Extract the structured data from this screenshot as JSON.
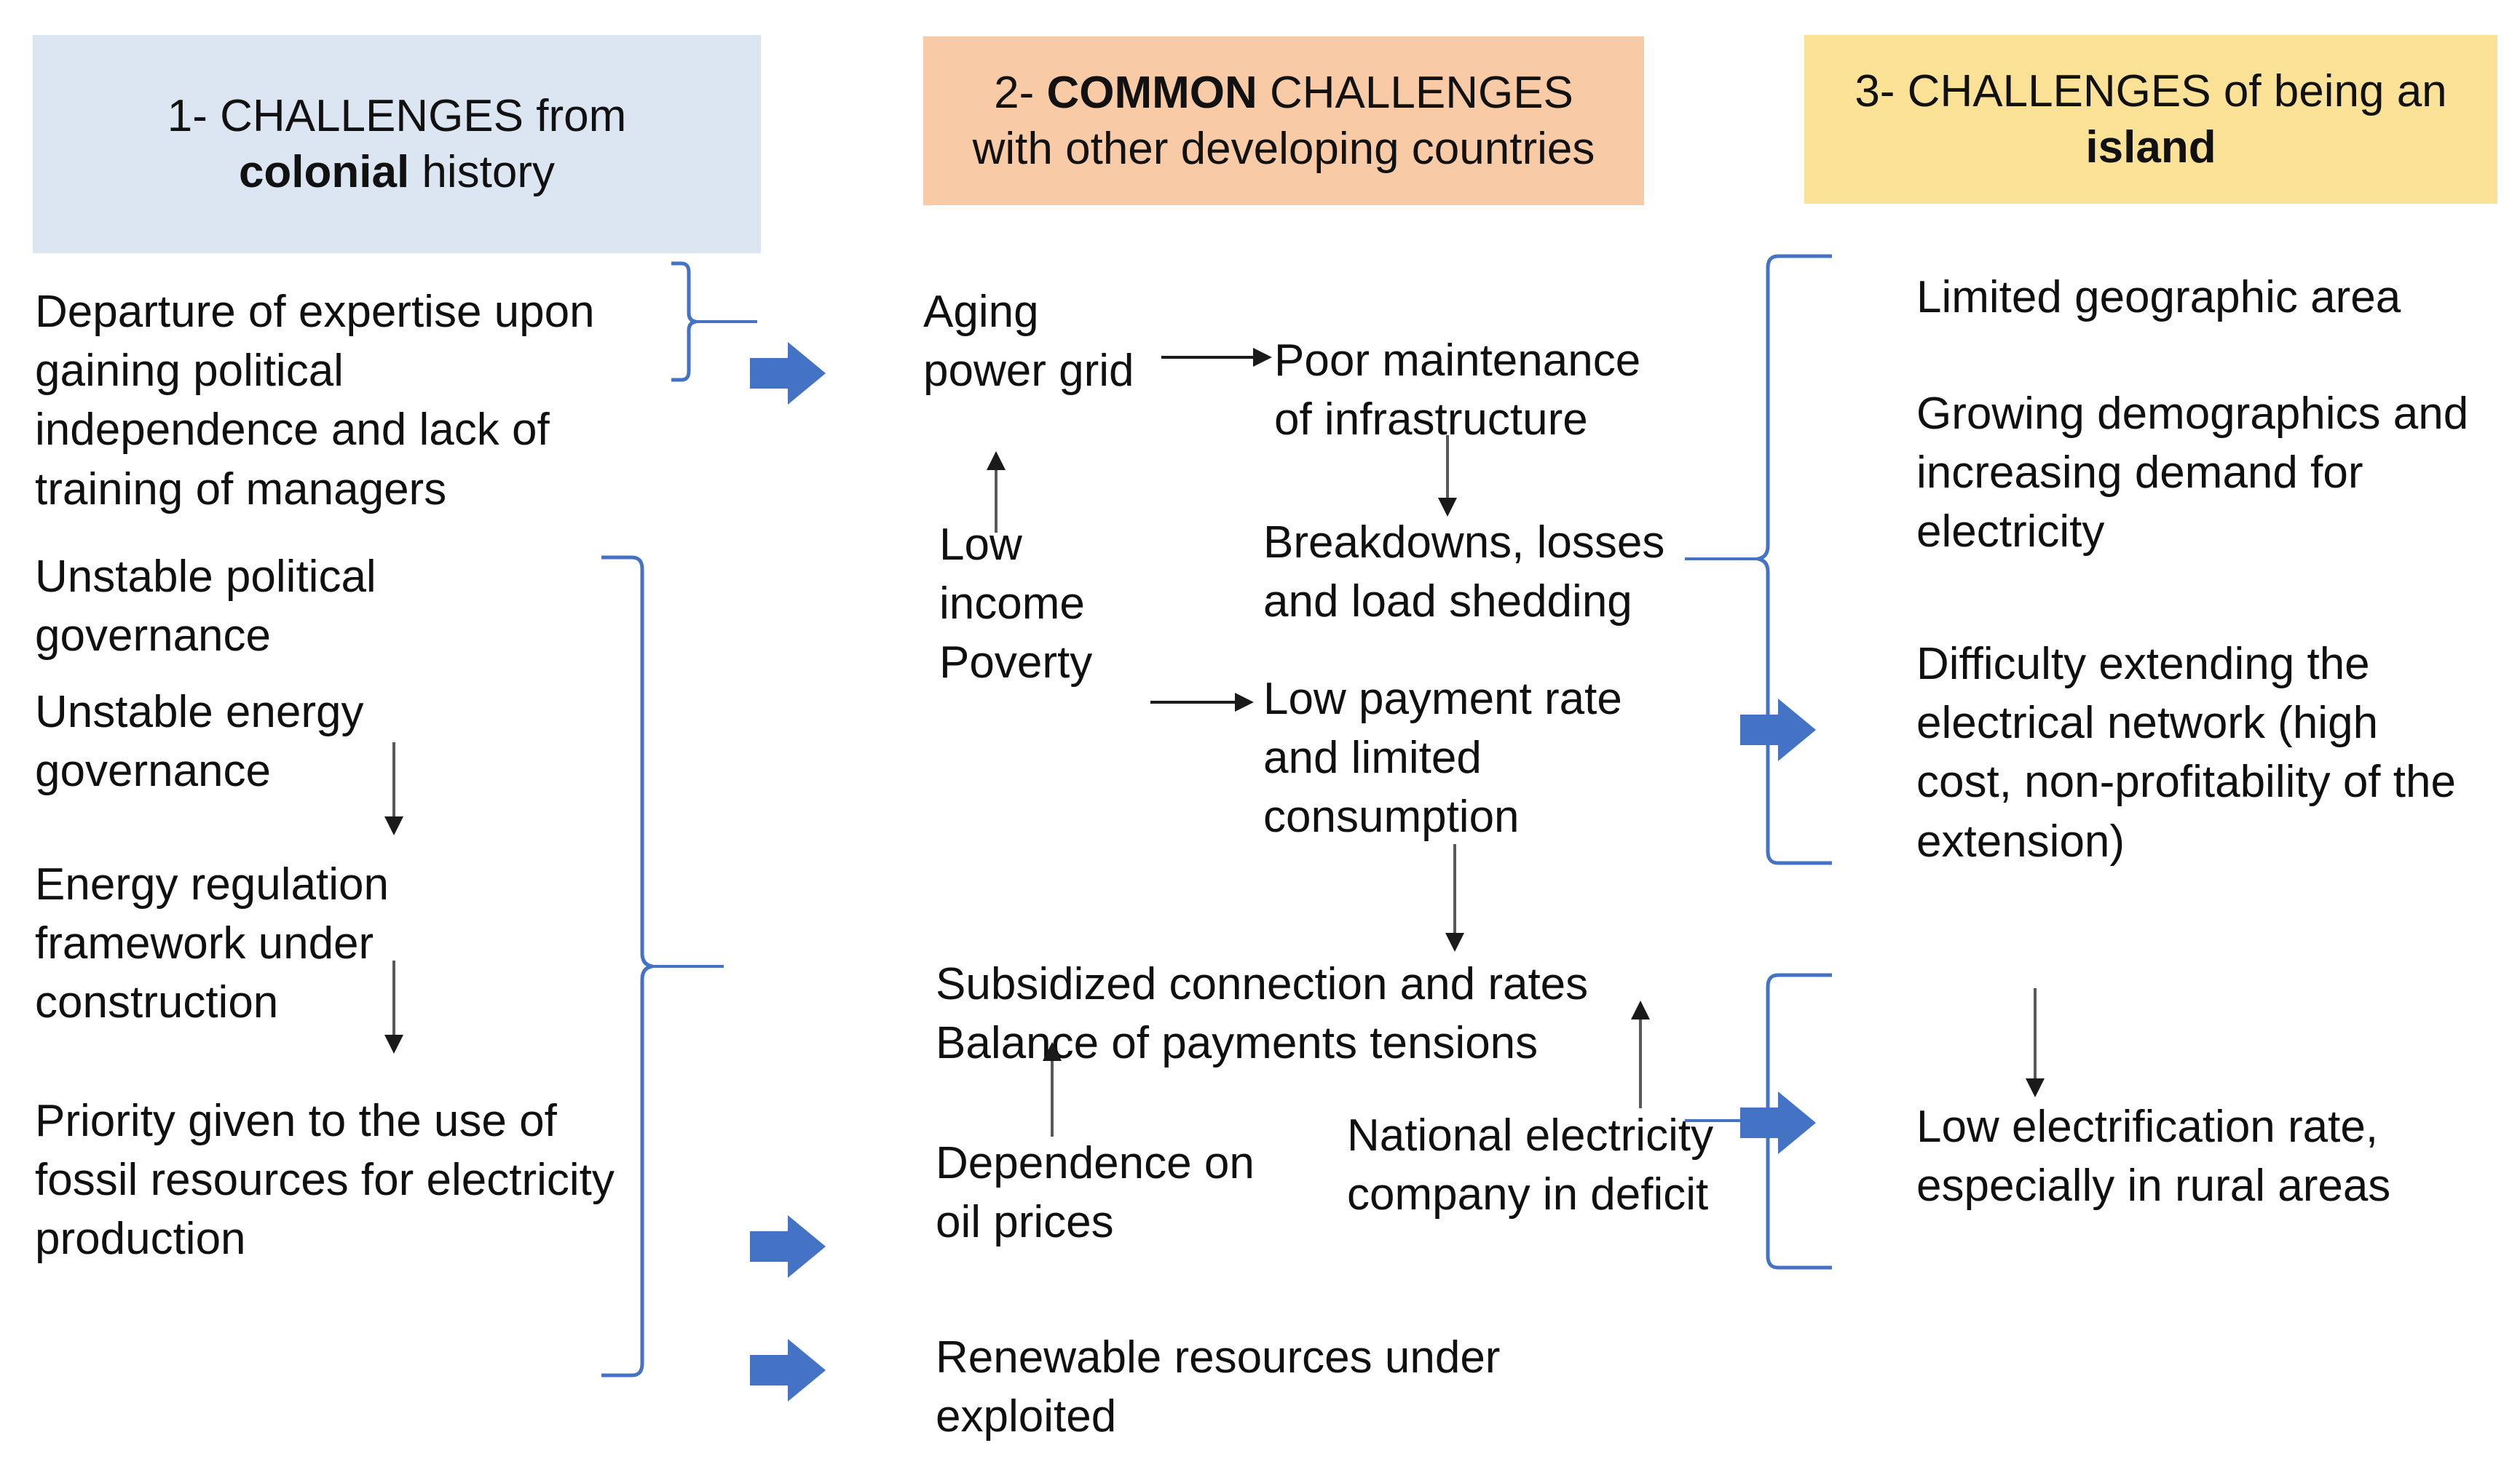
{
  "columns": [
    {
      "id": "col1",
      "header": {
        "prefix": "1- CHALLENGES from",
        "emphasis": "colonial",
        "suffix": " history",
        "bg_color": "#DCE6F2"
      },
      "items": [
        {
          "id": "departure",
          "text": "Departure of expertise upon\ngaining political\nindependence and lack of\ntraining of managers"
        },
        {
          "id": "unstable-political",
          "text": "Unstable political\ngovernance"
        },
        {
          "id": "unstable-energy",
          "text": "Unstable energy\ngovernance"
        },
        {
          "id": "energy-regulation",
          "text": "Energy regulation\nframework under\nconstruction"
        },
        {
          "id": "fossil-priority",
          "text": "Priority given to the use of\nfossil resources for electricity\nproduction"
        }
      ]
    },
    {
      "id": "col2",
      "header": {
        "prefix": "2- ",
        "emphasis": "COMMON",
        "suffix": " CHALLENGES\nwith other developing countries",
        "bg_color": "#F8CBA6"
      },
      "items": [
        {
          "id": "aging-grid",
          "text": "Aging\npower grid"
        },
        {
          "id": "poor-maintenance",
          "text": "Poor maintenance\nof infrastructure"
        },
        {
          "id": "low-income-poverty",
          "text": "Low\nincome\nPoverty"
        },
        {
          "id": "breakdowns",
          "text": "Breakdowns, losses\nand load shedding"
        },
        {
          "id": "low-payment",
          "text": "Low payment rate\nand limited\nconsumption"
        },
        {
          "id": "subsidized",
          "text": "Subsidized connection and rates\nBalance of payments tensions"
        },
        {
          "id": "oil-dependence",
          "text": "Dependence on\noil prices"
        },
        {
          "id": "national-company",
          "text": "National electricity\ncompany in deficit"
        },
        {
          "id": "renewables",
          "text": "Renewable resources under\nexploited"
        }
      ]
    },
    {
      "id": "col3",
      "header": {
        "prefix": "3- CHALLENGES of being an",
        "emphasis": "island",
        "suffix": "",
        "bg_color": "#FCE296"
      },
      "items": [
        {
          "id": "limited-area",
          "text": "Limited geographic area"
        },
        {
          "id": "growing-demographics",
          "text": "Growing demographics and\nincreasing demand for\nelectricity"
        },
        {
          "id": "difficulty-extending",
          "text": "Difficulty extending the\nelectrical network (high\ncost, non-profitability of the\nextension)"
        },
        {
          "id": "low-electrification",
          "text": "Low electrification rate,\nespecially in rural areas"
        }
      ]
    }
  ],
  "colors": {
    "blue_arrow": "#4472C4",
    "brace_line": "#4472C4",
    "thin_arrow": "#1a1a1a",
    "text": "#101010",
    "background": "#ffffff"
  },
  "connectors": {
    "fat_arrow_count": 5,
    "thin_arrow_count": 9,
    "brace_count": 4
  }
}
